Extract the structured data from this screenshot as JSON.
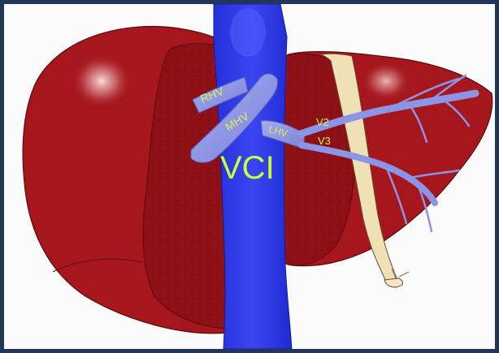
{
  "diagram": {
    "labels": {
      "rhv": "RHV",
      "mhv": "MHV",
      "lhv": "LHV",
      "v2": "V2",
      "v3": "V3",
      "vci": "VCI"
    },
    "colors": {
      "frame_border": "#21365a",
      "background": "#fbfbfb",
      "liver": "#a5161d",
      "liver_dark": "#7a0f14",
      "liver_cut_face": "#8f1116",
      "ivc": "#2b36e6",
      "hepatic_veins": "#8c94e6",
      "ligament": "#efe1b5",
      "label_small": "#d8f05a",
      "label_big": "#c6ff3c"
    },
    "icons": {
      "liver_right_lobe": "liver-right-lobe-shape",
      "liver_left_lobe": "liver-left-lobe-shape",
      "ivc": "inferior-vena-cava-shape",
      "veins": "hepatic-vein-branches"
    }
  }
}
